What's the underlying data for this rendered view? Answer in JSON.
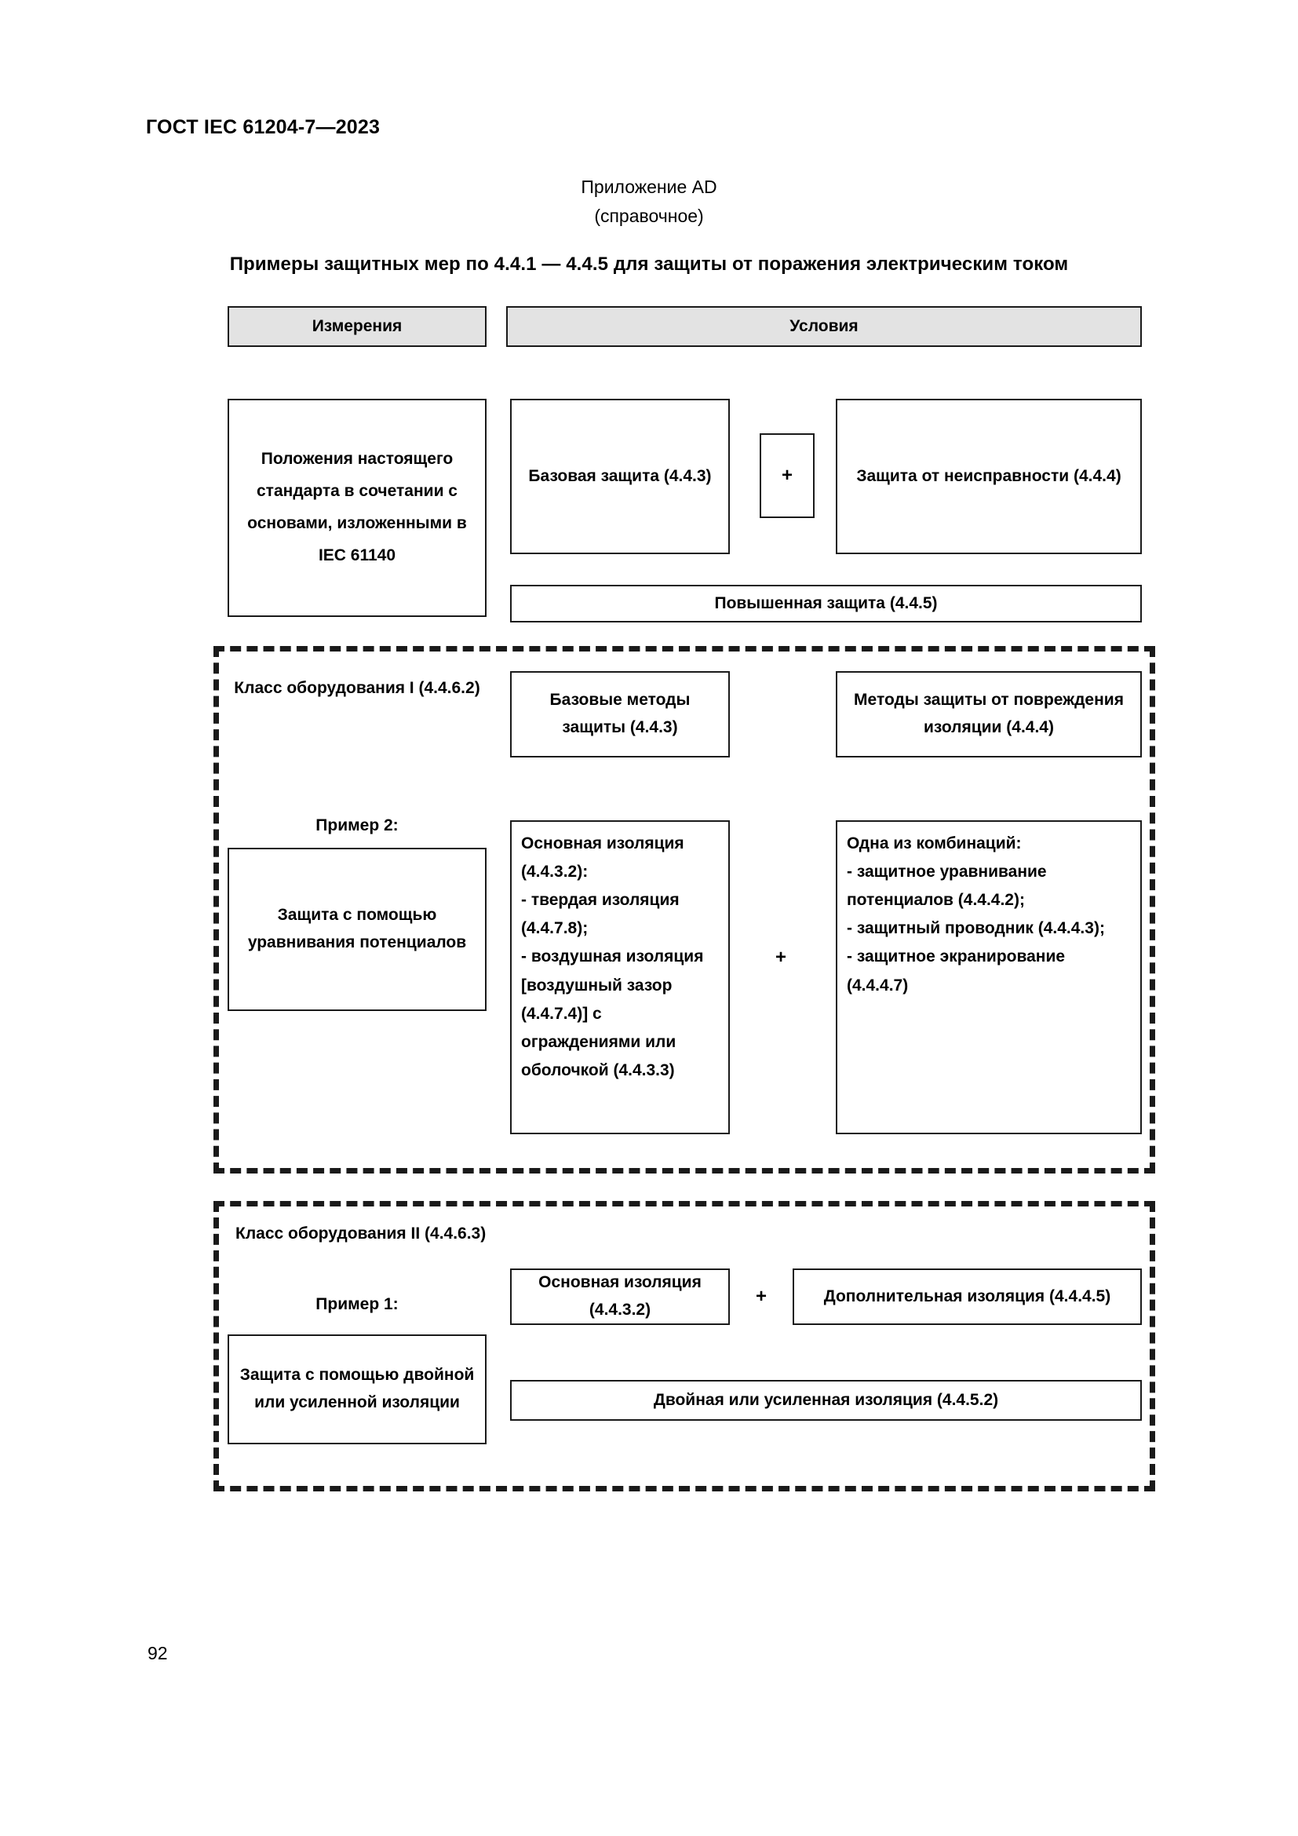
{
  "document": {
    "header": "ГОСТ IEC 61204-7—2023",
    "page_number": "92"
  },
  "annex": {
    "title": "Приложение AD",
    "subtitle": "(справочное)"
  },
  "figure": {
    "title": "Примеры защитных мер по 4.4.1 — 4.4.5 для защиты от поражения электрическим током",
    "column_headers": {
      "measures": "Измерения",
      "conditions": "Условия"
    },
    "top_row": {
      "standard_basis": "Положения настоящего стандарта в сочетании с основами, изложенными в IEC 61140",
      "basic_protection": "Базовая защита (4.4.3)",
      "plus_1": "+",
      "fault_protection": "Защита от неисправности (4.4.4)",
      "enhanced_protection": "Повышенная защита (4.4.5)"
    },
    "class_i": {
      "class_label": "Класс оборудования I (4.4.6.2)",
      "basic_methods": "Базовые методы защиты (4.4.3)",
      "insulation_fault_methods": "Методы защиты от повреждения изоляции (4.4.4)",
      "example_label": "Пример 2:",
      "example_box": "Защита с помощью уравнивания потенциалов",
      "basic_insulation_detail": "Основная изоляция (4.4.3.2):\n- твердая изоляция (4.4.7.8);\n- воздушная изоляция [воздушный зазор (4.4.7.4)] с ограждениями или оболочкой (4.4.3.3)",
      "plus_2": "+",
      "combinations": "Одна из комбинаций:\n- защитное уравнивание потенциалов (4.4.4.2);\n- защитный проводник (4.4.4.3);\n- защитное экранирование (4.4.4.7)"
    },
    "class_ii": {
      "class_label": "Класс оборудования II (4.4.6.3)",
      "example_label": "Пример 1:",
      "example_box": "Защита с помощью двойной или усиленной изоляции",
      "basic_insulation": "Основная изоляция (4.4.3.2)",
      "plus_3": "+",
      "supplementary_insulation": "Дополнительная изоляция (4.4.4.5)",
      "double_reinforced": "Двойная или усиленная изоляция (4.4.5.2)"
    }
  },
  "colors": {
    "ink": "#1a1a1a",
    "shaded_fill": "#e3e3e3",
    "page_bg": "#ffffff"
  }
}
